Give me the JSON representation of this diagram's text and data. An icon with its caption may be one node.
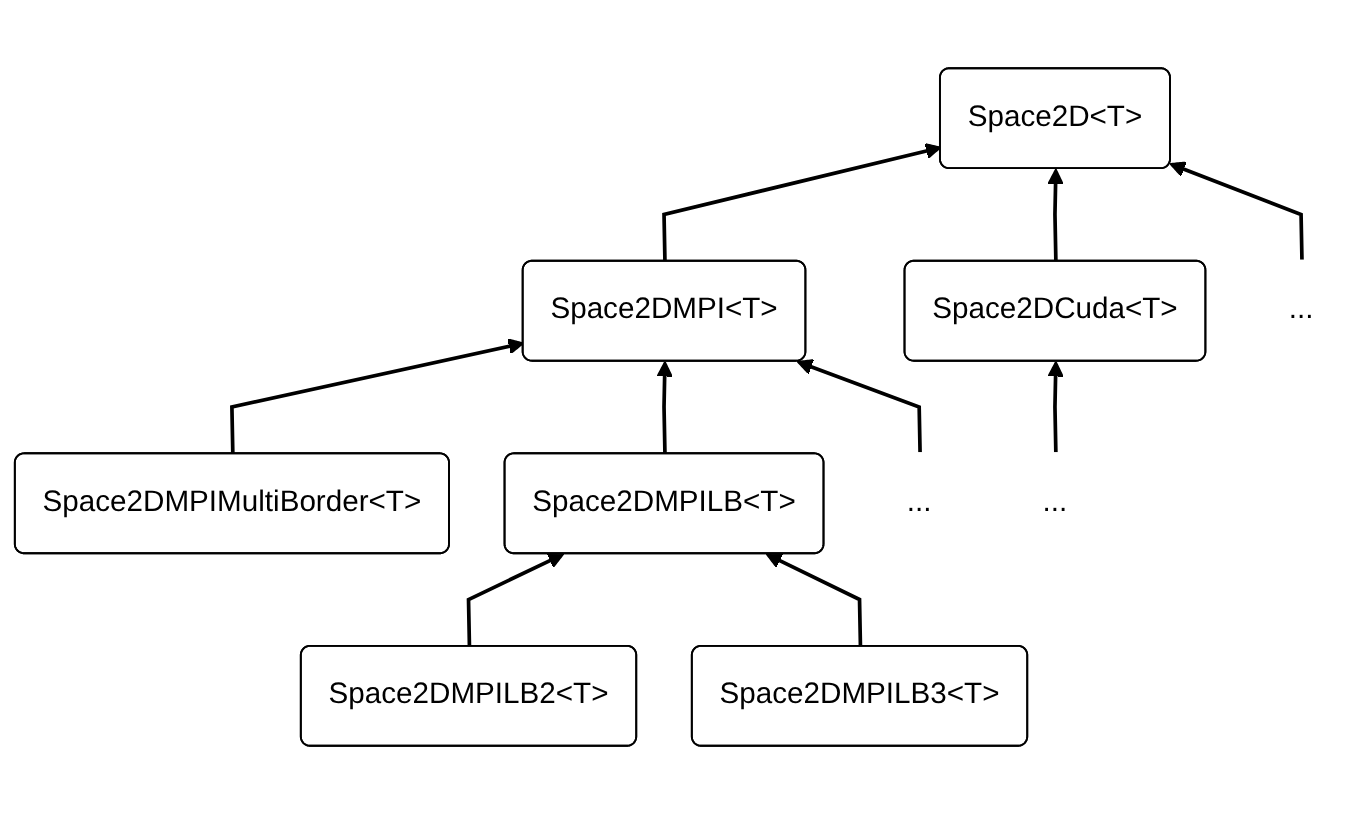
{
  "diagram": {
    "nodes": [
      {
        "text": [
          "Space2D<T>"
        ]
      },
      {
        "text": [
          "Space2DMPI<T>"
        ]
      },
      {
        "text": [
          "Space2DCuda<T>"
        ]
      },
      {
        "text": [
          "..."
        ]
      },
      {
        "text": [
          "..."
        ]
      },
      {
        "text": [
          "..."
        ]
      },
      {
        "text": [
          "Space2DMPIMultiBorder<T>"
        ]
      },
      {
        "text": [
          "Space2DMPILB<T>"
        ]
      },
      {
        "text": [
          "Space2DMPILB2<T>"
        ]
      },
      {
        "text": [
          "Space2DMPILB3<T>"
        ]
      }
    ],
    "edges": [
      {
        "from": 1,
        "to": 0,
        "arrow": "to"
      },
      {
        "from": 2,
        "to": 0,
        "arrow": "to"
      },
      {
        "from": 3,
        "to": 0,
        "arrow": "to"
      },
      {
        "from": 6,
        "to": 1,
        "arrow": "to"
      },
      {
        "from": 7,
        "to": 1,
        "arrow": "to"
      },
      {
        "from": 4,
        "to": 1,
        "arrow": "to"
      },
      {
        "from": 5,
        "to": 2,
        "arrow": "to"
      },
      {
        "from": 8,
        "to": 7,
        "arrow": "to"
      },
      {
        "from": 9,
        "to": 7,
        "arrow": "to"
      }
    ]
  }
}
